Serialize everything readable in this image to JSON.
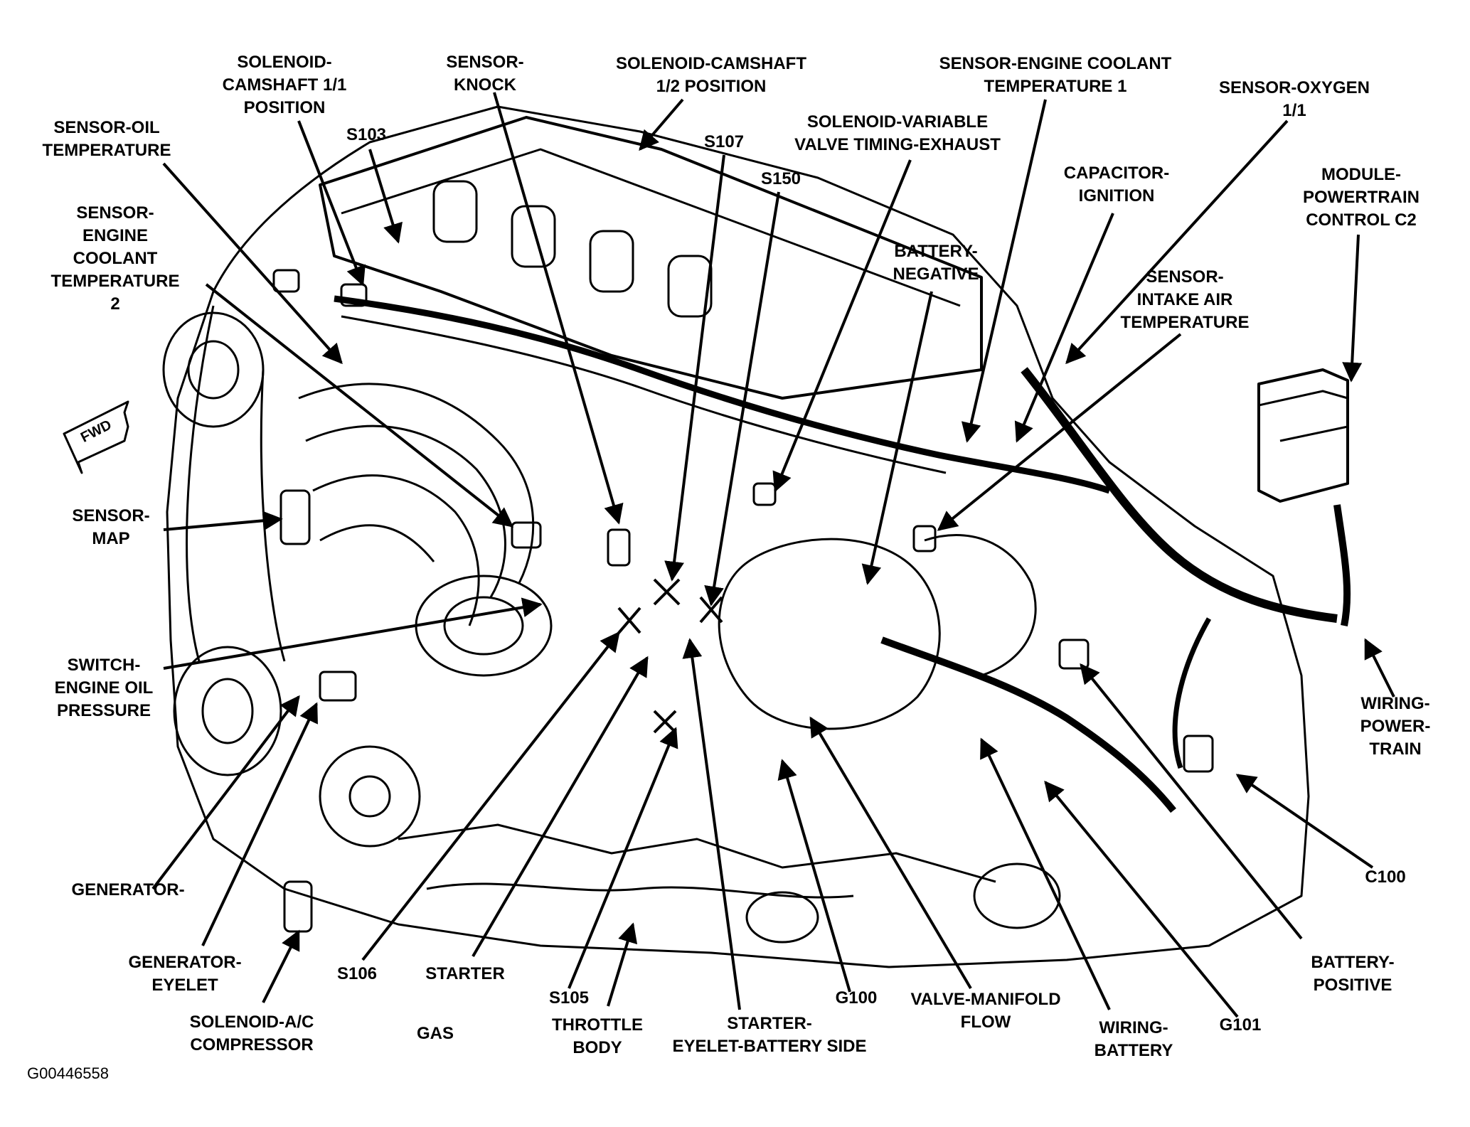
{
  "figure_id": "G00446558",
  "engine_label": "GAS",
  "forward_label": "FWD",
  "colors": {
    "ink": "#000000",
    "background": "#ffffff"
  },
  "callouts": {
    "solenoid_camshaft_1_1": "SOLENOID-\nCAMSHAFT 1/1\nPOSITION",
    "sensor_knock": "SENSOR-\nKNOCK",
    "solenoid_camshaft_1_2": "SOLENOID-CAMSHAFT\n1/2 POSITION",
    "sensor_ect_1": "SENSOR-ENGINE COOLANT\nTEMPERATURE 1",
    "sensor_oxygen": "SENSOR-OXYGEN\n1/1",
    "sensor_oil_temp": "SENSOR-OIL\nTEMPERATURE",
    "s103": "S103",
    "s107": "S107",
    "solenoid_vvt_exhaust": "SOLENOID-VARIABLE\nVALVE TIMING-EXHAUST",
    "s150": "S150",
    "capacitor_ignition": "CAPACITOR-\nIGNITION",
    "module_pcm": "MODULE-\nPOWERTRAIN\nCONTROL C2",
    "sensor_ect_2": "SENSOR-\nENGINE\nCOOLANT\nTEMPERATURE\n2",
    "battery_negative": "BATTERY-\nNEGATIVE",
    "sensor_iat": "SENSOR-\nINTAKE AIR\nTEMPERATURE",
    "sensor_map": "SENSOR-\nMAP",
    "switch_oil_pressure": "SWITCH-\nENGINE OIL\nPRESSURE",
    "wiring_powertrain": "WIRING-\nPOWER-\nTRAIN",
    "c100": "C100",
    "generator": "GENERATOR-",
    "generator_eyelet": "GENERATOR-\nEYELET",
    "s106": "S106",
    "starter": "STARTER",
    "s105": "S105",
    "g100": "G100",
    "valve_manifold_flow": "VALVE-MANIFOLD\nFLOW",
    "battery_positive": "BATTERY-\nPOSITIVE",
    "g101": "G101",
    "solenoid_ac": "SOLENOID-A/C\nCOMPRESSOR",
    "throttle_body": "THROTTLE\nBODY",
    "starter_eyelet": "STARTER-\nEYELET-BATTERY SIDE",
    "wiring_battery": "WIRING-\nBATTERY"
  }
}
